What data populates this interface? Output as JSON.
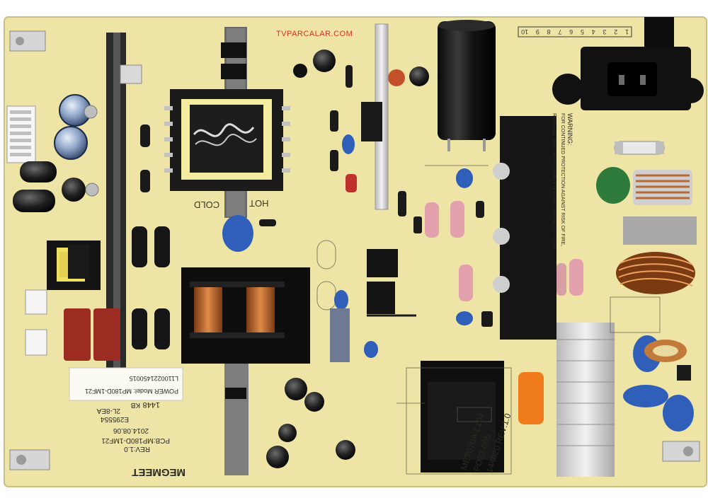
{
  "watermark": "TVPARCALAR.COM",
  "labels": {
    "cold": "COLD",
    "hot": "HOT",
    "brand": "MEGMEET",
    "model_line": "POWER Model: MP180D-1MF21",
    "board_ref": "PCB:MP180D-1MF21",
    "revision": "REV:1.0",
    "date": "2014.08.06",
    "code": "E295554",
    "rating": "2L-8EA",
    "date_code": "1448",
    "kb": "KB",
    "barcode": "L1100221450015",
    "transformer_top": "MET070A-L104",
    "transformer_mid": "PO32-005",
    "transformer_bot": "144820 REV:1.0",
    "warning_title": "WARNING:",
    "warning_line1": "FOR CONTINUED PROTECTION AGAINST RISK OF FIRE,",
    "warning_line2": "REPLACE ONLY WITH SAME TYPE AND RATING OF FUSE",
    "connector_numbers": [
      "1",
      "2",
      "3",
      "4",
      "5",
      "6",
      "7",
      "8",
      "9",
      "10"
    ]
  }
}
